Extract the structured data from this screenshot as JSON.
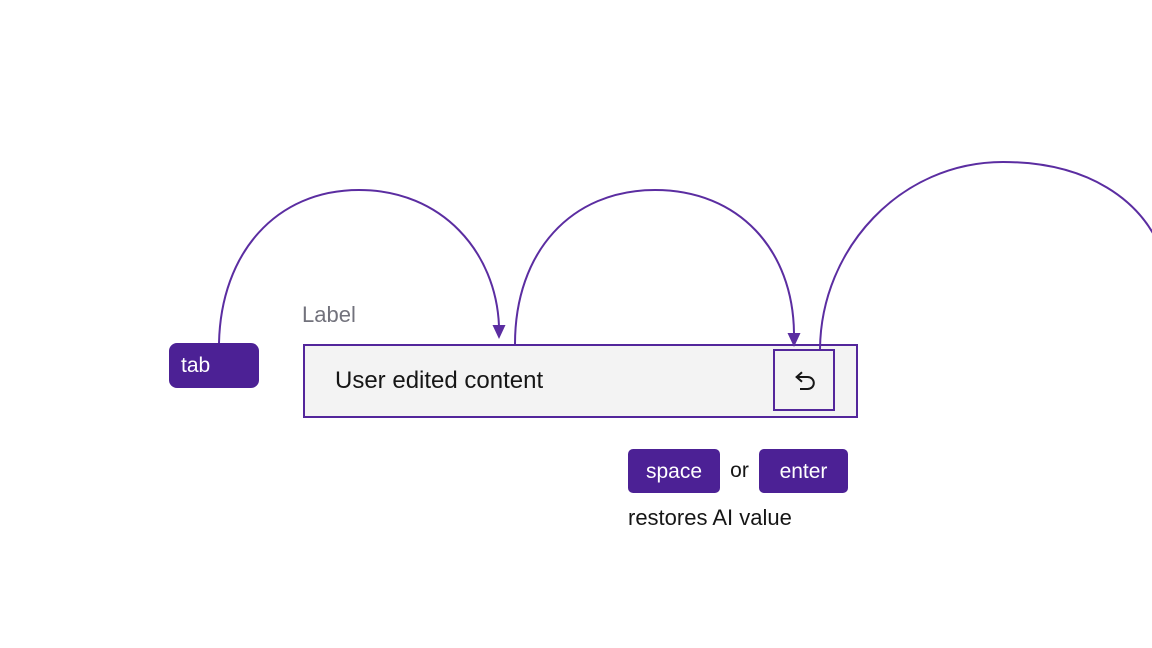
{
  "colors": {
    "canvas-bg": "#ffffff",
    "accent": "#4f2196",
    "arc": "#5b2da1",
    "key-bg": "#4c2195",
    "key-text": "#ffffff",
    "field-bg": "#f3f3f3",
    "field-border": "#53269b",
    "label-gray": "#72727c",
    "text-dark": "#161616"
  },
  "diagram": {
    "keys": {
      "tab": "tab",
      "space": "space",
      "enter": "enter"
    },
    "conjunction": "or",
    "caption": "restores AI value",
    "field": {
      "label": "Label",
      "value": "User edited content"
    },
    "icons": {
      "revert": "undo-arrow"
    }
  }
}
